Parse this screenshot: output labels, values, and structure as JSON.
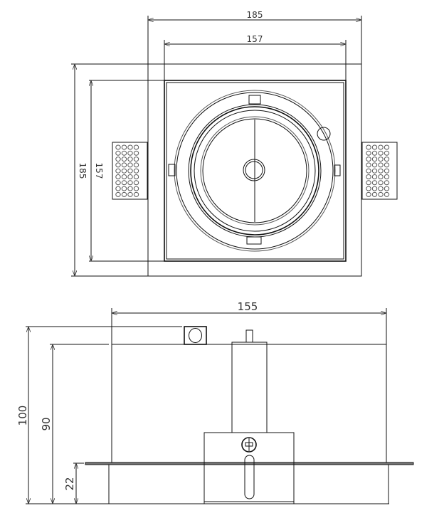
{
  "top_view": {
    "width_outer": "185",
    "width_inner": "157",
    "height_outer": "185",
    "height_inner": "157"
  },
  "side_view": {
    "width": "155",
    "height_total": "100",
    "height_body": "90",
    "height_below_flange": "22"
  },
  "colors": {
    "line": "#111111",
    "text": "#333333"
  }
}
